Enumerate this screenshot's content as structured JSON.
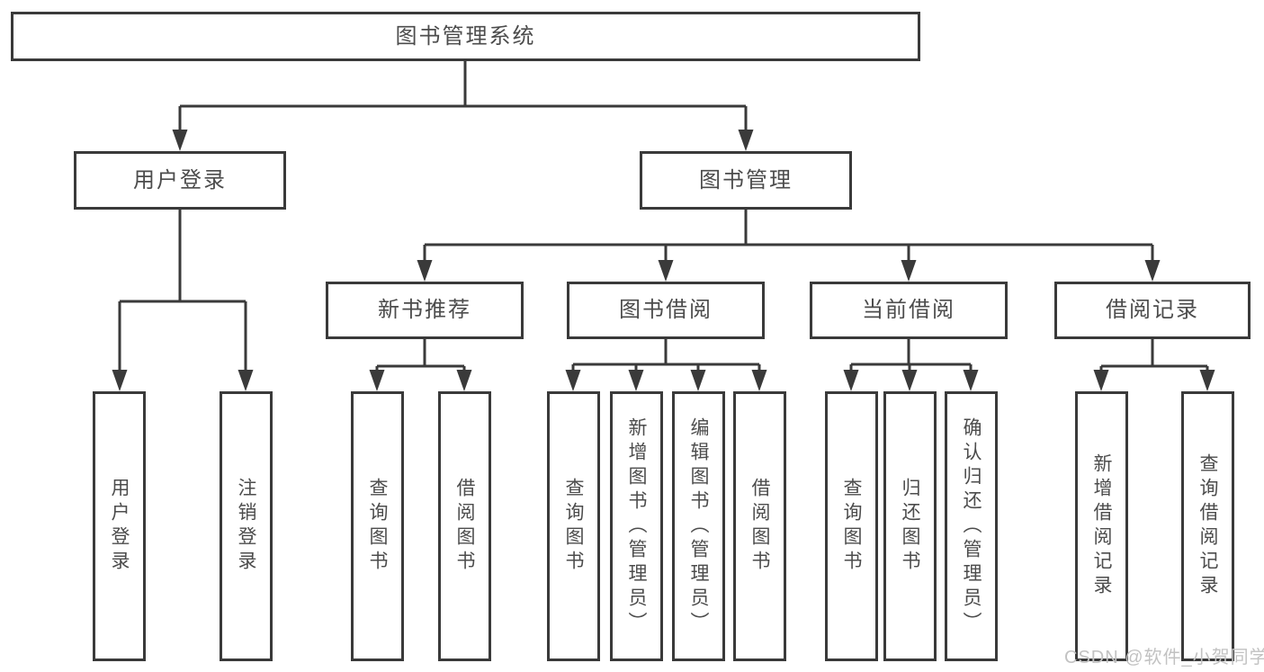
{
  "diagram": {
    "root": "图书管理系统",
    "level2": {
      "user_login": "用户登录",
      "book_management": "图书管理"
    },
    "level3": {
      "new_book_recommend": "新书推荐",
      "book_borrow": "图书借阅",
      "current_borrow": "当前借阅",
      "borrow_records": "借阅记录"
    },
    "leaves": {
      "user_login": "用户登录",
      "logout": "注销登录",
      "recommend_query_books": "查询图书",
      "recommend_borrow_books": "借阅图书",
      "borrow_query_books": "查询图书",
      "borrow_add_books": "新增图书（管理员）",
      "borrow_edit_books": "编辑图书（管理员）",
      "borrow_borrow_books": "借阅图书",
      "current_query_books": "查询图书",
      "current_return_books": "归还图书",
      "current_confirm_return": "确认归还（管理员）",
      "records_add_record": "新增借阅记录",
      "records_query_record": "查询借阅记录"
    },
    "watermark": "CSDN @软件_小贺同学",
    "colors": {
      "line": "#3a3a3a",
      "text": "#4c4c4c",
      "watermark": "#c2c2c2",
      "background": "#ffffff"
    }
  }
}
